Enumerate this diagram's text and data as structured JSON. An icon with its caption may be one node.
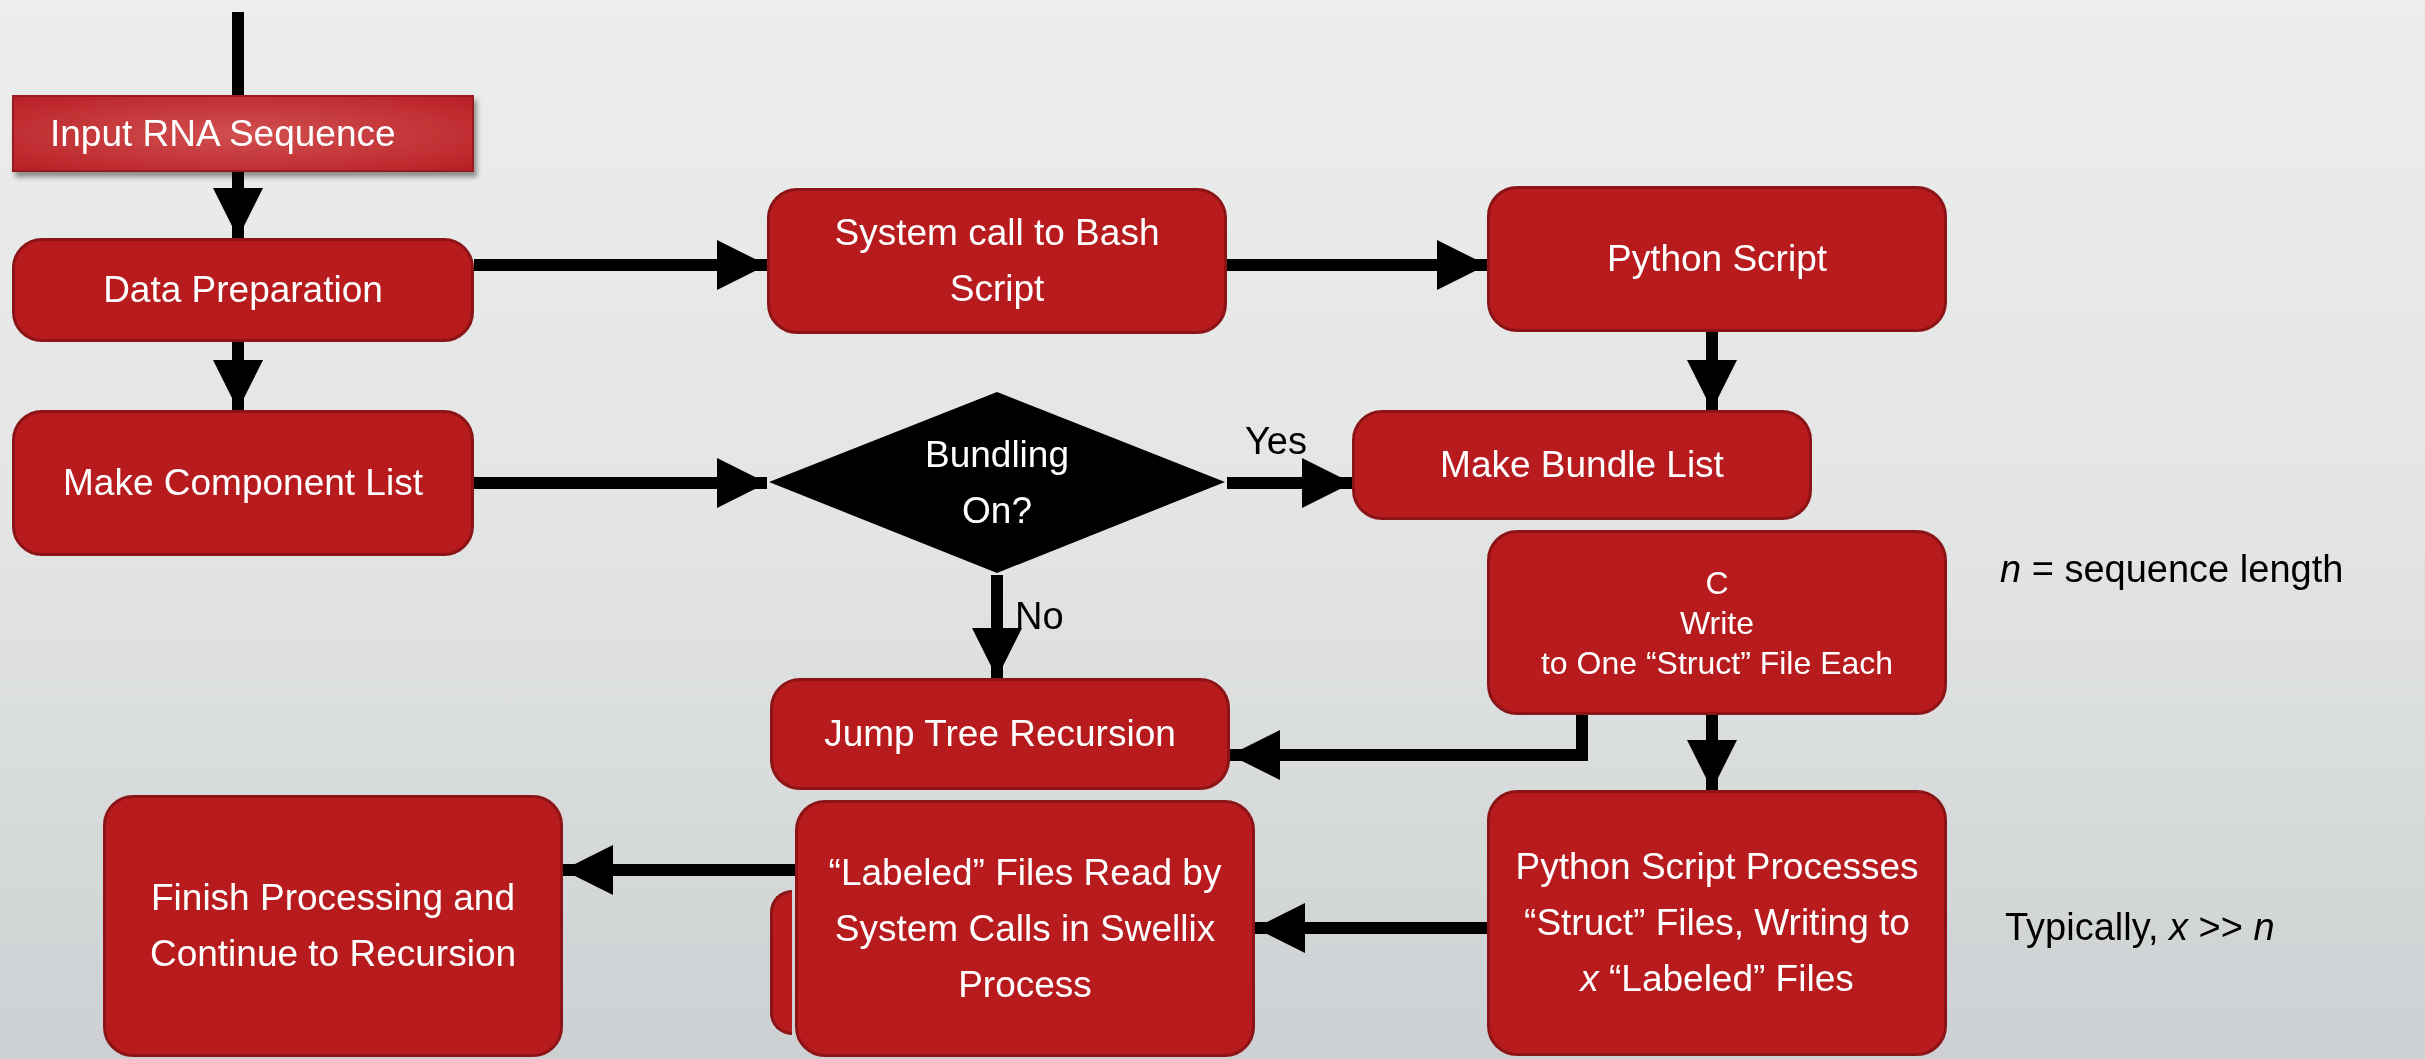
{
  "diagram": {
    "nodes": [
      {
        "text": [
          "Input RNA Sequence"
        ]
      },
      {
        "text": [
          "Data Preparation"
        ]
      },
      {
        "text": [
          "System call to Bash Script"
        ]
      },
      {
        "text": [
          "Python Script"
        ]
      },
      {
        "text": [
          "Make Component List"
        ]
      },
      {
        "text": [
          "Bundling On?"
        ]
      },
      {
        "text": [
          "Make Bundle List"
        ]
      },
      {
        "text": [
          "C",
          "Write",
          "to One “Struct” File Each"
        ]
      },
      {
        "text": [
          "Jump Tree Recursion"
        ]
      },
      {
        "text": [],
        "shape": "box"
      },
      {
        "text": [
          "“Labeled” Files Read by System Calls in Swellix Process"
        ]
      },
      {
        "text": [
          "Python Script Processes “Struct” Files, Writing to *x* “Labeled” Files"
        ]
      },
      {
        "text": [
          "Finish Processing and Continue to Recursion"
        ]
      }
    ],
    "edges": [
      {
        "from": null,
        "to": 1,
        "arrow": "to"
      },
      {
        "from": 1,
        "to": 2,
        "arrow": "to"
      },
      {
        "from": 2,
        "to": 3,
        "arrow": "to"
      },
      {
        "from": 1,
        "to": 4,
        "arrow": "to"
      },
      {
        "from": 4,
        "to": 5,
        "arrow": "to"
      },
      {
        "from": 5,
        "to": 6,
        "arrow": "to",
        "label": "Yes"
      },
      {
        "from": 5,
        "to": 8,
        "arrow": "to",
        "label": "No"
      },
      {
        "from": 3,
        "to": 6,
        "arrow": "to"
      },
      {
        "from": 7,
        "to": 8,
        "arrow": "to"
      },
      {
        "from": 7,
        "to": 11,
        "arrow": "to"
      },
      {
        "from": 11,
        "to": 10,
        "arrow": "to"
      },
      {
        "from": 10,
        "to": 12,
        "arrow": "to"
      }
    ],
    "labels": [
      "*n* = sequence length",
      "Typically, *x* >> *n*"
    ]
  }
}
